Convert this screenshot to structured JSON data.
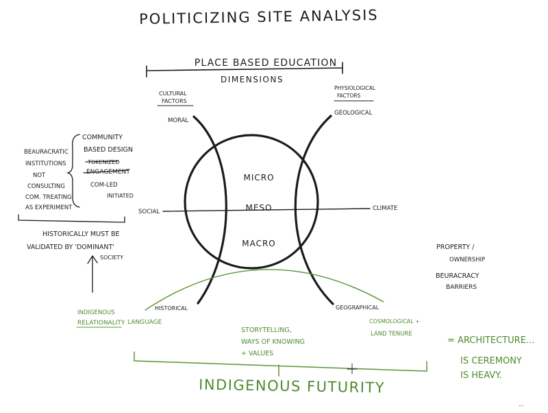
{
  "title": "POLITICIZING SITE ANALYSIS",
  "header": {
    "bar_label": "PLACE BASED EDUCATION",
    "sub_label": "DIMENSIONS"
  },
  "left_factors": {
    "heading_line1": "CULTURAL",
    "heading_line2": "FACTORS",
    "item": "MORAL"
  },
  "right_factors": {
    "heading_line1": "PHYSIOLOGICAL",
    "heading_line2": "FACTORS",
    "item": "GEOLOGICAL"
  },
  "circle": {
    "micro": "MICRO",
    "meso": "MESO",
    "macro": "MACRO"
  },
  "axis": {
    "left": "SOCIAL",
    "right": "CLIMATE"
  },
  "arc_ends": {
    "left": "HISTORICAL",
    "right": "GEOGRAPHICAL"
  },
  "left_notes": {
    "bureaucratic": [
      "BEAURACRATIC",
      "INSTITUTIONS",
      "NOT",
      "CONSULTING",
      "COM. TREATING",
      "AS EXPERIMENT"
    ],
    "community": [
      "COMMUNITY",
      "BASED DESIGN"
    ],
    "struck": "TOKENIZED",
    "engagement": "ENGAGEMENT",
    "com_led": [
      "COM-LED",
      "INITIATED"
    ],
    "historically": [
      "HISTORICALLY MUST BE",
      "VALIDATED BY 'DOMINANT'",
      "SOCIETY"
    ]
  },
  "right_notes": {
    "property": [
      "PROPERTY /",
      "OWNERSHIP"
    ],
    "bureaucracy": [
      "BEURACRACY",
      "BARRIERS"
    ]
  },
  "green_labels": {
    "indigenous_relationality": [
      "INDIGENOUS",
      "RELATIONALITY"
    ],
    "language": "LANGUAGE",
    "storytelling": [
      "STORYTELLING,",
      "WAYS OF KNOWING",
      "+ VALUES"
    ],
    "cosmological": [
      "COSMOLOGICAL +",
      "LAND TENURE"
    ],
    "architecture": "= ARCHITECTURE...",
    "ceremony": [
      "IS CEREMONY",
      "IS HEAVY."
    ],
    "futurity": "INDIGENOUS FUTURITY"
  },
  "colors": {
    "ink": "#1a1a1a",
    "green": "#5a9432"
  }
}
